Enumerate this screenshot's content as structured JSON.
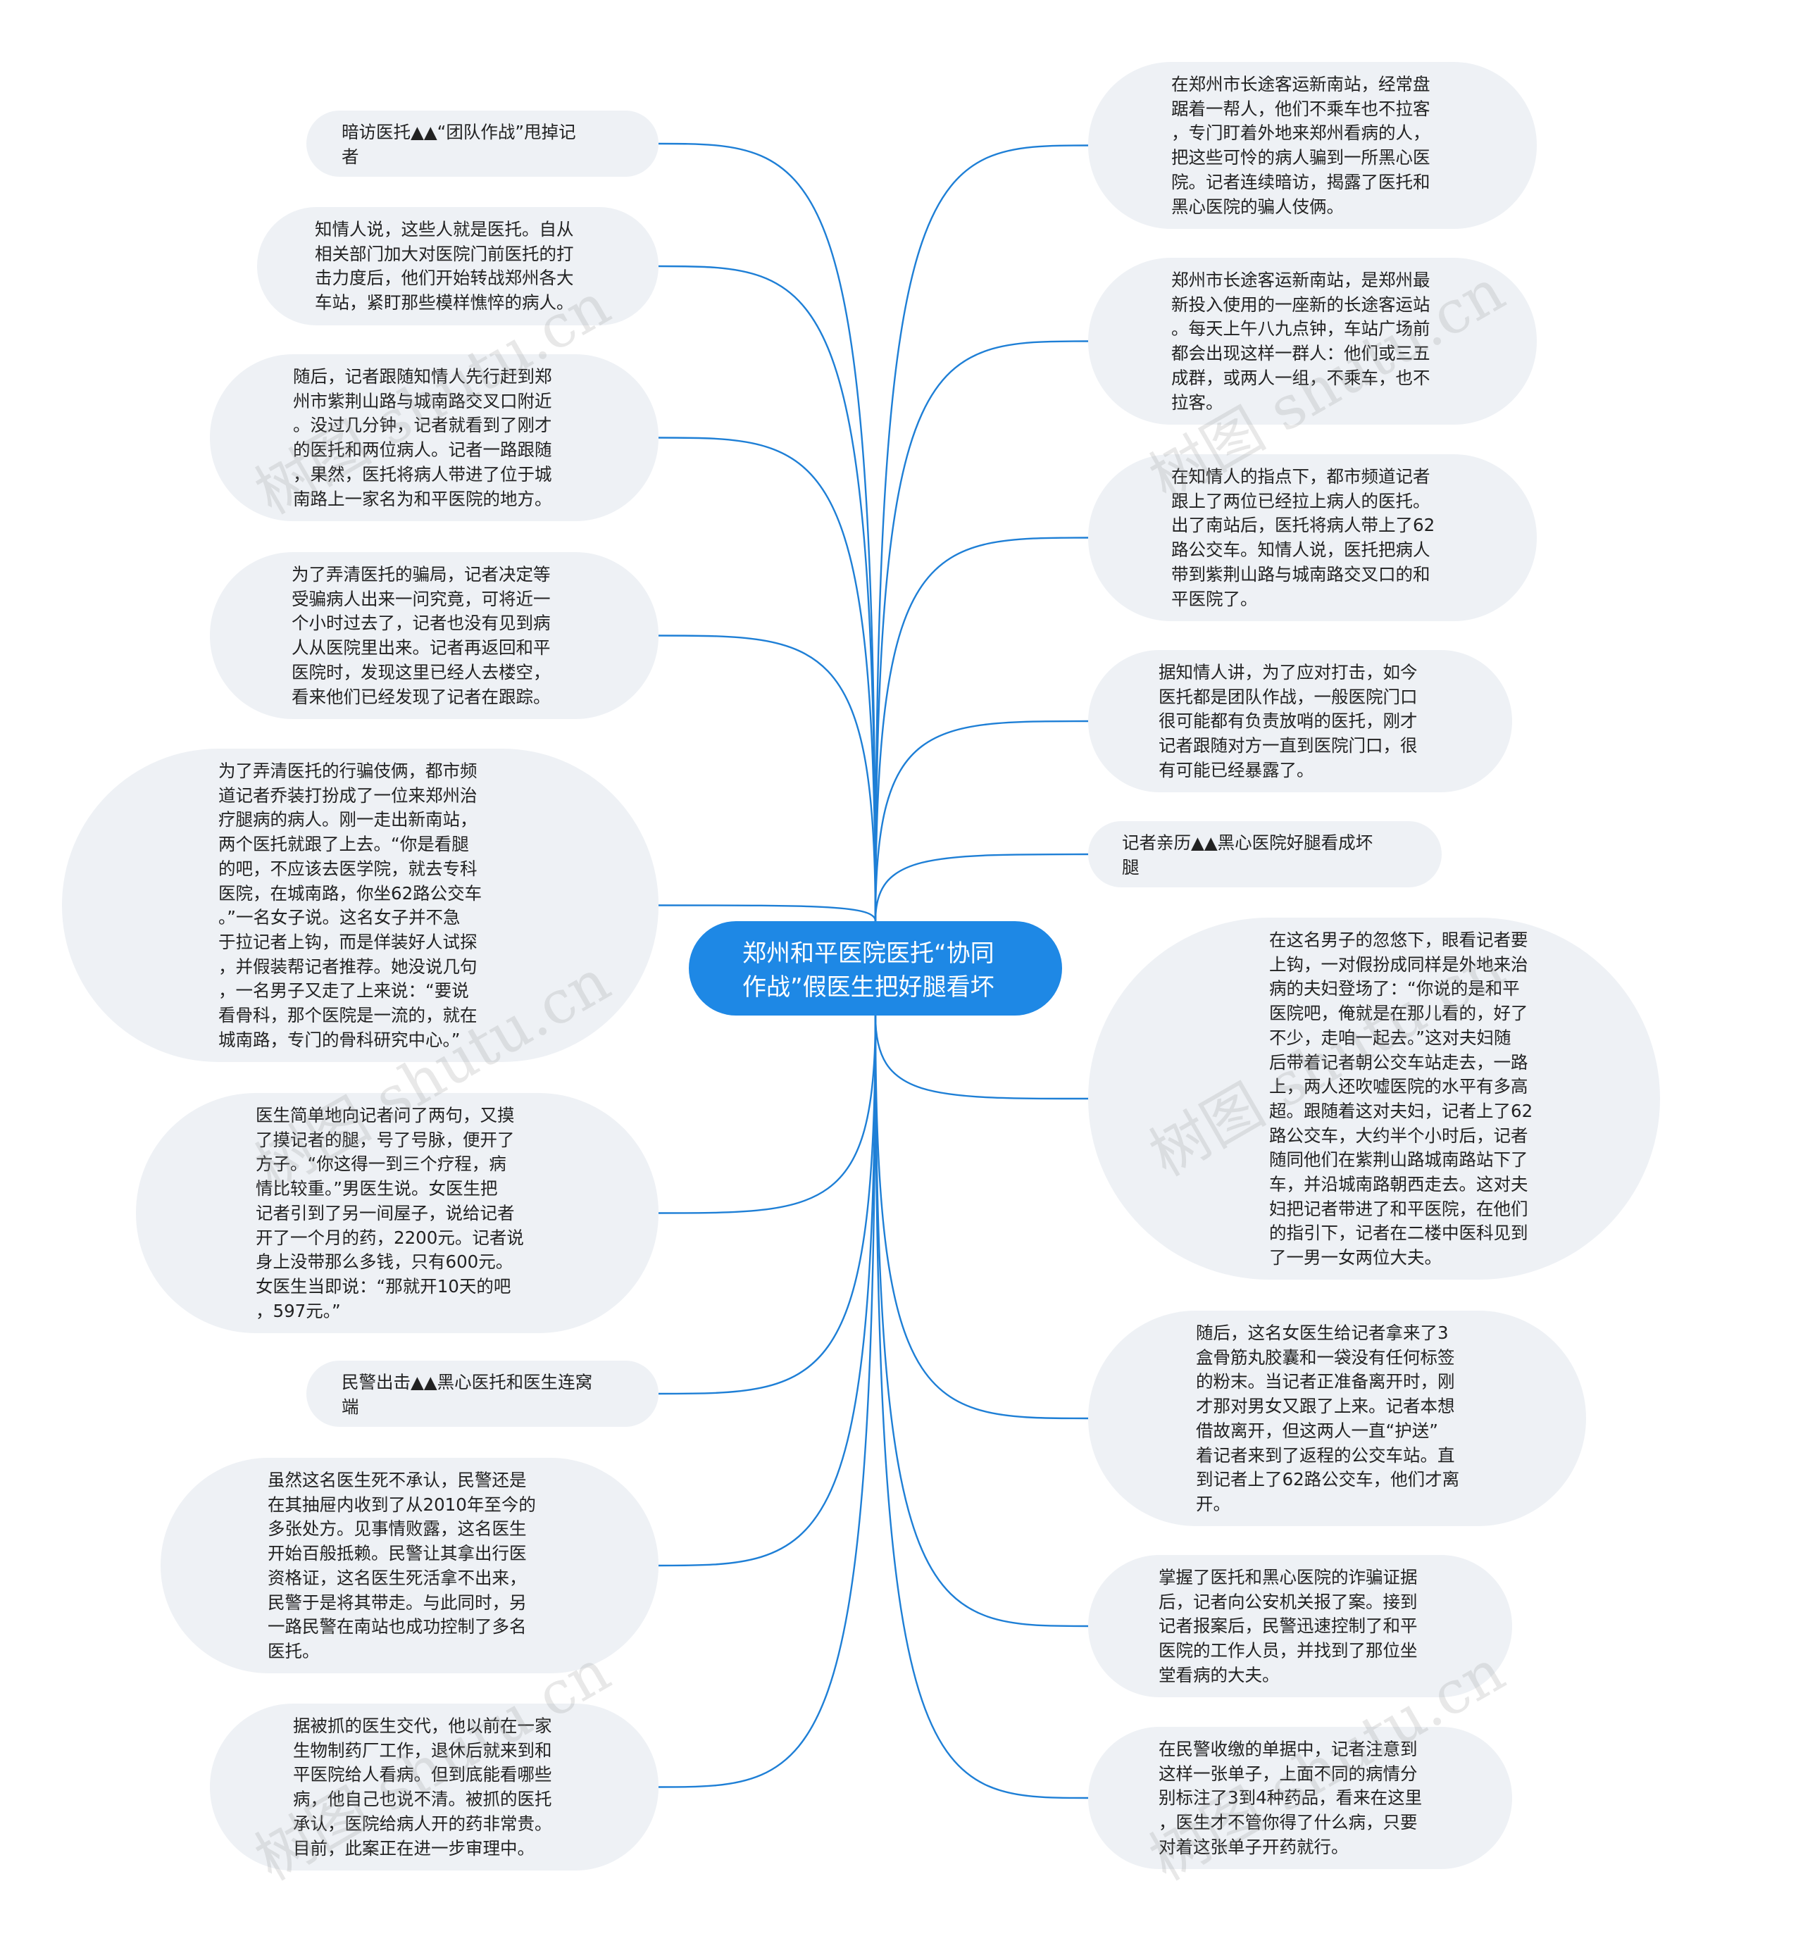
{
  "center": {
    "text": "郑州和平医院医托“协同\n作战”假医生把好腿看坏"
  },
  "left_nodes": [
    {
      "id": "l1",
      "text": "暗访医托▲▲“团队作战”甩掉记\n者"
    },
    {
      "id": "l2",
      "text": "知情人说，这些人就是医托。自从\n相关部门加大对医院门前医托的打\n击力度后，他们开始转战郑州各大\n车站，紧盯那些模样憔悴的病人。"
    },
    {
      "id": "l3",
      "text": "随后，记者跟随知情人先行赶到郑\n州市紫荆山路与城南路交叉口附近\n。没过几分钟，记者就看到了刚才\n的医托和两位病人。记者一路跟随\n，果然，医托将病人带进了位于城\n南路上一家名为和平医院的地方。"
    },
    {
      "id": "l4",
      "text": "为了弄清医托的骗局，记者决定等\n受骗病人出来一问究竟，可将近一\n个小时过去了，记者也没有见到病\n人从医院里出来。记者再返回和平\n医院时，发现这里已经人去楼空，\n看来他们已经发现了记者在跟踪。"
    },
    {
      "id": "l5",
      "text": "为了弄清医托的行骗伎俩，都市频\n道记者乔装打扮成了一位来郑州治\n疗腿病的病人。刚一走出新南站，\n两个医托就跟了上去。“你是看腿\n的吧，不应该去医学院，就去专科\n医院，在城南路，你坐62路公交车\n。”一名女子说。这名女子并不急\n于拉记者上钩，而是佯装好人试探\n，并假装帮记者推荐。她没说几句\n，一名男子又走了上来说：“要说\n看骨科，那个医院是一流的，就在\n城南路，专门的骨科研究中心。”"
    },
    {
      "id": "l6",
      "text": "医生简单地向记者问了两句，又摸\n了摸记者的腿，号了号脉，便开了\n方子。“你这得一到三个疗程，病\n情比较重。”男医生说。女医生把\n记者引到了另一间屋子，说给记者\n开了一个月的药，2200元。记者说\n身上没带那么多钱，只有600元。\n女医生当即说：“那就开10天的吧\n，597元。”"
    },
    {
      "id": "l7",
      "text": "民警出击▲▲黑心医托和医生连窝\n端"
    },
    {
      "id": "l8",
      "text": "虽然这名医生死不承认，民警还是\n在其抽屉内收到了从2010年至今的\n多张处方。见事情败露，这名医生\n开始百般抵赖。民警让其拿出行医\n资格证，这名医生死活拿不出来，\n民警于是将其带走。与此同时，另\n一路民警在南站也成功控制了多名\n医托。"
    },
    {
      "id": "l9",
      "text": "据被抓的医生交代，他以前在一家\n生物制药厂工作，退休后就来到和\n平医院给人看病。但到底能看哪些\n病，他自己也说不清。被抓的医托\n承认，医院给病人开的药非常贵。\n目前，此案正在进一步审理中。"
    }
  ],
  "right_nodes": [
    {
      "id": "r1",
      "text": "在郑州市长途客运新南站，经常盘\n踞着一帮人，他们不乘车也不拉客\n，专门盯着外地来郑州看病的人，\n把这些可怜的病人骗到一所黑心医\n院。记者连续暗访，揭露了医托和\n黑心医院的骗人伎俩。"
    },
    {
      "id": "r2",
      "text": "郑州市长途客运新南站，是郑州最\n新投入使用的一座新的长途客运站\n。每天上午八九点钟，车站广场前\n都会出现这样一群人：他们或三五\n成群，或两人一组，不乘车，也不\n拉客。"
    },
    {
      "id": "r3",
      "text": "在知情人的指点下，都市频道记者\n跟上了两位已经拉上病人的医托。\n出了南站后，医托将病人带上了62\n路公交车。知情人说，医托把病人\n带到紫荆山路与城南路交叉口的和\n平医院了。"
    },
    {
      "id": "r4",
      "text": "据知情人讲，为了应对打击，如今\n医托都是团队作战，一般医院门口\n很可能都有负责放哨的医托，刚才\n记者跟随对方一直到医院门口，很\n有可能已经暴露了。"
    },
    {
      "id": "r5",
      "text": "记者亲历▲▲黑心医院好腿看成坏\n腿"
    },
    {
      "id": "r6",
      "text": "在这名男子的忽悠下，眼看记者要\n上钩，一对假扮成同样是外地来治\n病的夫妇登场了：“你说的是和平\n医院吧，俺就是在那儿看的，好了\n不少，走咱一起去。”这对夫妇随\n后带着记者朝公交车站走去，一路\n上，两人还吹嘘医院的水平有多高\n超。跟随着这对夫妇，记者上了62\n路公交车，大约半个小时后，记者\n随同他们在紫荆山路城南路站下了\n车，并沿城南路朝西走去。这对夫\n妇把记者带进了和平医院，在他们\n的指引下，记者在二楼中医科见到\n了一男一女两位大夫。"
    },
    {
      "id": "r7",
      "text": "随后，这名女医生给记者拿来了3\n盒骨筋丸胶囊和一袋没有任何标签\n的粉末。当记者正准备离开时，刚\n才那对男女又跟了上来。记者本想\n借故离开，但这两人一直“护送”\n着记者来到了返程的公交车站。直\n到记者上了62路公交车，他们才离\n开。"
    },
    {
      "id": "r8",
      "text": "掌握了医托和黑心医院的诈骗证据\n后，记者向公安机关报了案。接到\n记者报案后，民警迅速控制了和平\n医院的工作人员，并找到了那位坐\n堂看病的大夫。"
    },
    {
      "id": "r9",
      "text": "在民警收缴的单据中，记者注意到\n这样一张单子，上面不同的病情分\n别标注了3到4种药品，看来在这里\n，医生才不管你得了什么病，只要\n对着这张单子开药就行。"
    }
  ],
  "watermark": "树图 shutu.cn",
  "colors": {
    "accent": "#1e88e5",
    "node_bg": "#eef1f5",
    "line": "#1e7fd6"
  }
}
